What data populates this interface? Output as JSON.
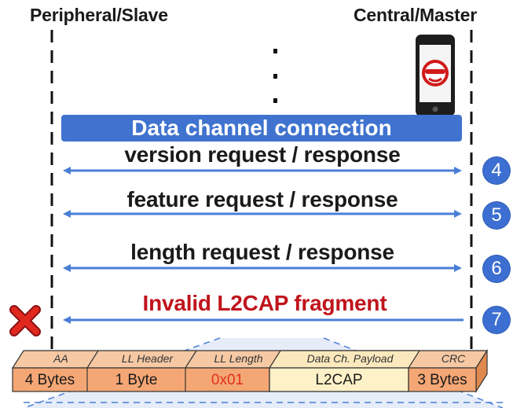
{
  "roles": {
    "peripheral": "Peripheral/Slave",
    "central": "Central/Master"
  },
  "connection_label": "Data channel connection",
  "exchanges": [
    {
      "label": "version request / response",
      "step": "4"
    },
    {
      "label": "feature request / response",
      "step": "5"
    },
    {
      "label": "length request / response",
      "step": "6"
    },
    {
      "label": "Invalid L2CAP fragment",
      "step": "7"
    }
  ],
  "packet": {
    "fields": [
      {
        "header": "AA",
        "value": "4 Bytes"
      },
      {
        "header": "LL Header",
        "value": "1 Byte"
      },
      {
        "header": "LL Length",
        "value": "0x01"
      },
      {
        "header": "Data Ch. Payload",
        "value": "L2CAP"
      },
      {
        "header": "CRC",
        "value": "3 Bytes"
      }
    ]
  },
  "colors": {
    "arrow": "#4a7fd6",
    "bar": "#3f73cf",
    "invalid_text": "#c0141c",
    "length_value": "#e0301e",
    "packet_top": "#f6c9a4",
    "packet_front": "#f4a774",
    "payload_front": "#fdf1c8",
    "payload_top": "#fbe9bd"
  },
  "icons": {
    "central_device": "smartphone-icon",
    "attacker": "red-face-icon",
    "failure": "red-x-icon"
  }
}
